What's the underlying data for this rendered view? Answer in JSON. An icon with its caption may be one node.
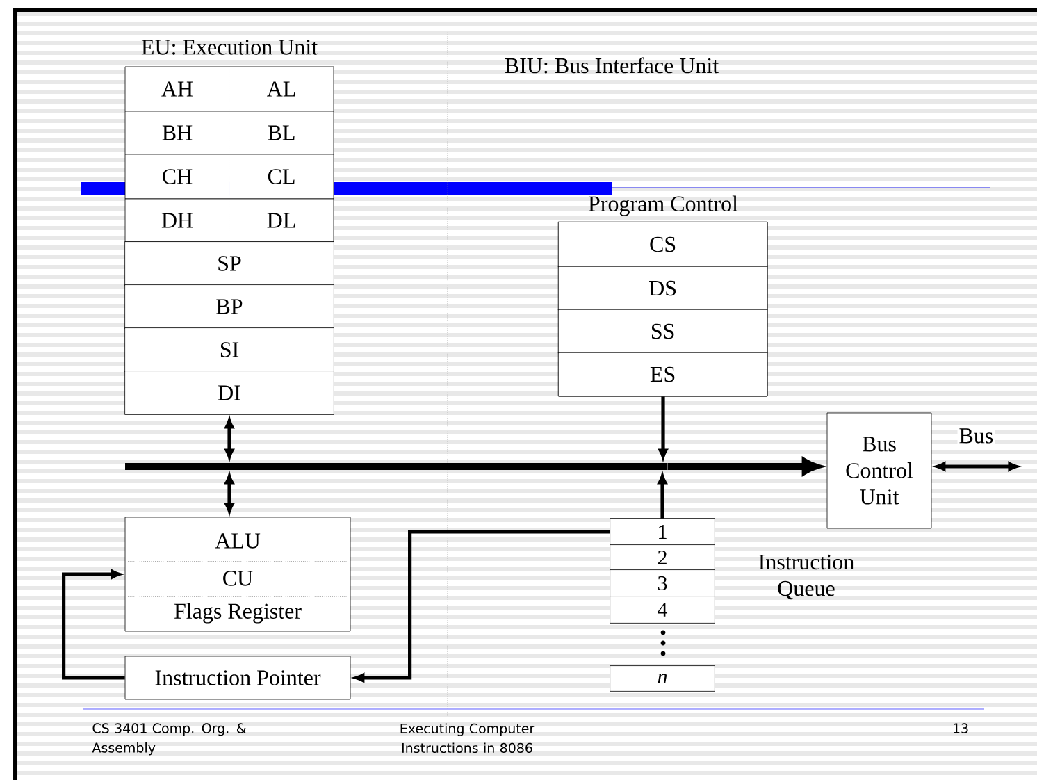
{
  "diagram": {
    "nodes": [
      {
        "text": [
          "AH"
        ]
      },
      {
        "text": [
          "AL"
        ]
      },
      {
        "text": [
          "BH"
        ]
      },
      {
        "text": [
          "BL"
        ]
      },
      {
        "text": [
          "CH"
        ]
      },
      {
        "text": [
          "CL"
        ]
      },
      {
        "text": [
          "DH"
        ]
      },
      {
        "text": [
          "DL"
        ]
      },
      {
        "text": [
          "SP"
        ]
      },
      {
        "text": [
          "BP"
        ]
      },
      {
        "text": [
          "SI"
        ]
      },
      {
        "text": [
          "DI"
        ]
      },
      {
        "text": [
          "Program Control"
        ]
      },
      {
        "text": [
          "CS"
        ],
        "in": 12
      },
      {
        "text": [
          "DS"
        ],
        "in": 12
      },
      {
        "text": [
          "SS"
        ],
        "in": 12
      },
      {
        "text": [
          "ES"
        ],
        "in": 12
      },
      {
        "text": [],
        "shape": "bar"
      },
      {
        "text": [
          "Bus Control Unit"
        ]
      },
      {
        "text": [
          "ALU",
          "CU",
          "Flags Register"
        ]
      },
      {
        "text": [
          "1"
        ]
      },
      {
        "text": [
          "2"
        ]
      },
      {
        "text": [
          "3"
        ]
      },
      {
        "text": [
          "4"
        ]
      },
      {
        "text": [
          "n"
        ]
      },
      {
        "text": [
          "Instruction Pointer"
        ]
      }
    ],
    "edges": [
      {
        "from": 11,
        "to": 17,
        "arrow": "both"
      },
      {
        "from": 17,
        "to": 19,
        "arrow": "both"
      },
      {
        "from": 12,
        "to": 17,
        "arrow": "to"
      },
      {
        "from": 20,
        "to": 17,
        "arrow": "to"
      },
      {
        "from": 17,
        "to": 18,
        "arrow": "to",
        "style": "thick"
      },
      {
        "from": 18,
        "to": null,
        "arrow": "both",
        "label": "Bus"
      },
      {
        "from": 20,
        "to": 25,
        "arrow": "to"
      },
      {
        "from": 25,
        "to": 19,
        "arrow": "to"
      }
    ],
    "labels": [
      "EU: Execution Unit",
      "BIU: Bus Interface Unit",
      "Instruction Queue",
      "CS 3401 Comp. Org. & Assembly",
      "Executing Computer Instructions in 8086",
      "13"
    ]
  }
}
